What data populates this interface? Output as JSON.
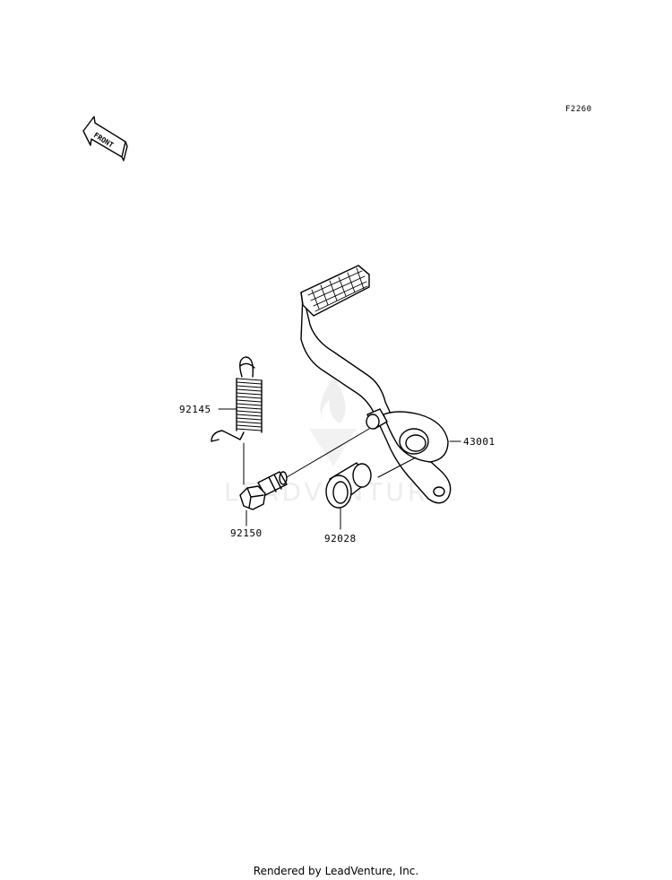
{
  "diagram_code": "F2260",
  "front_arrow": {
    "label": "FRONT",
    "icon": "front-arrow-icon"
  },
  "parts": [
    {
      "number": "92145"
    },
    {
      "number": "43001"
    },
    {
      "number": "92150"
    },
    {
      "number": "92028"
    }
  ],
  "watermark": {
    "text": "LEADVENTURE"
  },
  "footer": {
    "text": "Rendered by LeadVenture, Inc."
  }
}
